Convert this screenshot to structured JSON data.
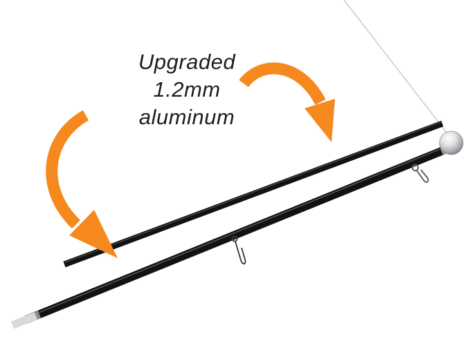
{
  "caption": {
    "line1": "Upgraded",
    "line2": "1.2mm",
    "line3": "aluminum"
  },
  "colors": {
    "arrow": "#F6891E",
    "pole": "#121212",
    "text": "#1D1D1D",
    "rope": "#CDCDCD",
    "end_cap": "#D9D9D9"
  },
  "parts": {
    "upper_pole": "upper aluminum pole section",
    "lower_pole": "lower aluminum pole section with ball finial",
    "ball": "chrome ball finial",
    "clips": "flag attachment clips",
    "rope": "hanging string"
  }
}
